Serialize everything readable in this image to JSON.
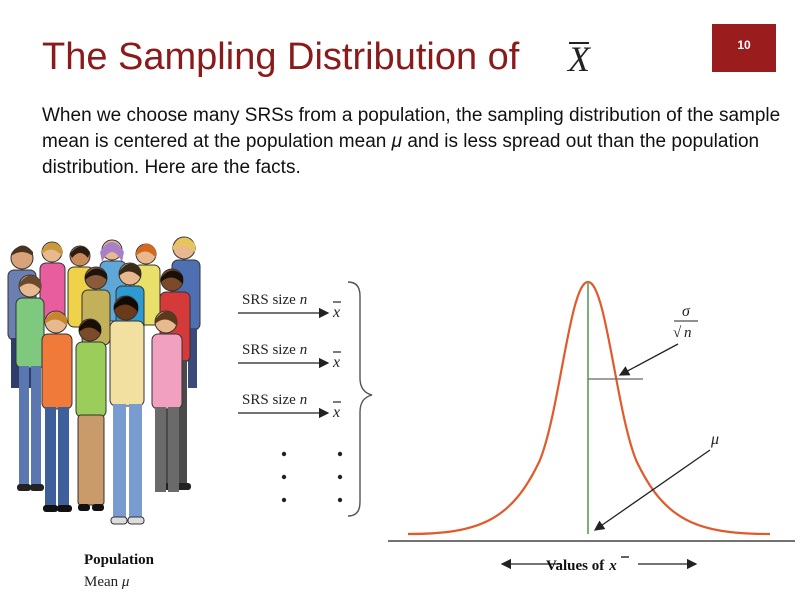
{
  "slide": {
    "title": "The Sampling Distribution of",
    "title_symbol": "X",
    "page_number": "10",
    "intro": {
      "before_mu": "When we choose many SRSs from a population, the sampling distribution of the sample mean is centered at the population mean ",
      "mu": "μ",
      "after_mu": " and is less spread out than the population distribution. Here are the facts."
    }
  },
  "population": {
    "label": "Population",
    "mean_label": "Mean ",
    "mean_symbol": "μ"
  },
  "samples": [
    {
      "srs_label": "SRS size",
      "size_symbol": "n",
      "result_symbol": "x"
    },
    {
      "srs_label": "SRS size",
      "size_symbol": "n",
      "result_symbol": "x"
    },
    {
      "srs_label": "SRS size",
      "size_symbol": "n",
      "result_symbol": "x"
    }
  ],
  "curve_annotations": {
    "sd_numerator": "σ",
    "sd_sqrt": "√",
    "sd_denominator": "n",
    "center_label": "μ",
    "axis_label": "Values of",
    "axis_symbol": "x"
  },
  "colors": {
    "title": "#8b1a1a",
    "badge": "#9b1c1c",
    "curve": "#e05a2b",
    "center_line": "#6aaa6a"
  },
  "icons": [
    "crowd-illustration",
    "curly-brace-icon",
    "arrow-right-icon",
    "arrow-left-icon"
  ]
}
